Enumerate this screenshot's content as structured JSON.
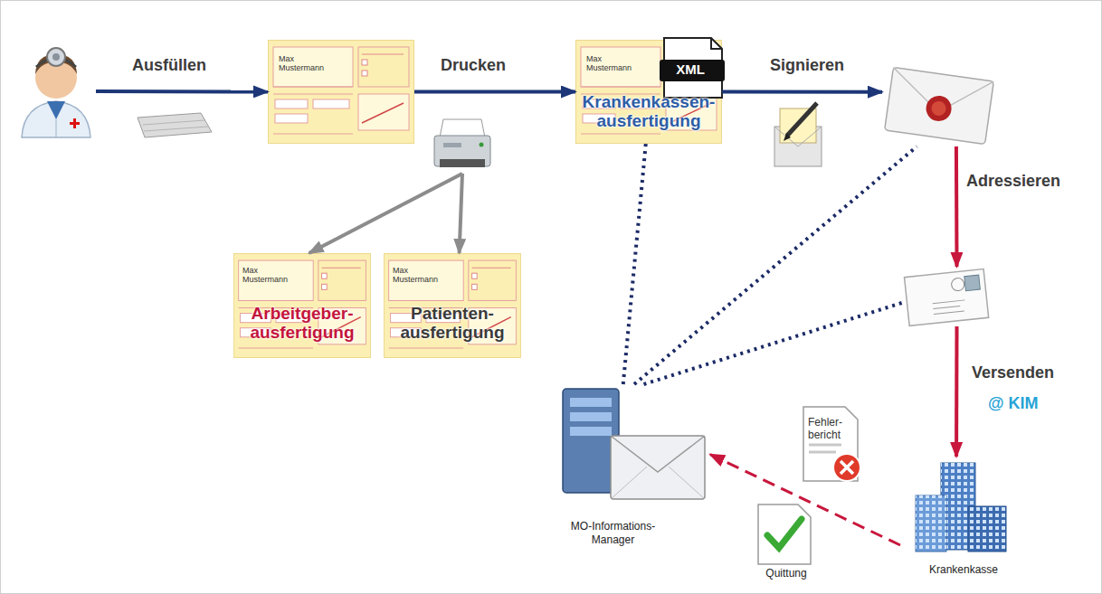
{
  "diagram": {
    "nodes": [
      {
        "text": []
      },
      {
        "text": [
          "Max Mustermann"
        ]
      },
      {
        "text": []
      },
      {
        "text": [
          "Max Mustermann",
          "XML",
          "Krankenkassen- ausfertigung"
        ]
      },
      {
        "text": []
      },
      {
        "text": [
          "Max Mustermann",
          "Arbeitgeber- ausfertigung"
        ]
      },
      {
        "text": [
          "Max Mustermann",
          "Patienten- ausfertigung"
        ]
      },
      {
        "text": []
      },
      {
        "text": [
          "MO-Informations- Manager"
        ]
      },
      {
        "text": [
          "Fehler- bericht"
        ]
      },
      {
        "text": [
          "Quittung"
        ]
      },
      {
        "text": [
          "Krankenkasse"
        ]
      }
    ],
    "edges": [
      {
        "from": 0,
        "to": 1,
        "label": "Ausfüllen",
        "arrow": "to"
      },
      {
        "from": 1,
        "to": 3,
        "label": "Drucken",
        "arrow": "to"
      },
      {
        "from": 3,
        "to": 4,
        "label": "Signieren",
        "arrow": "to"
      },
      {
        "from": 4,
        "to": 7,
        "label": "Adressieren",
        "arrow": "to"
      },
      {
        "from": 7,
        "to": 11,
        "label": "Versenden",
        "arrow": "to"
      },
      {
        "from": 2,
        "to": 5,
        "arrow": "to"
      },
      {
        "from": 2,
        "to": 6,
        "arrow": "to"
      },
      {
        "from": 11,
        "to": 8,
        "arrow": "to"
      },
      {
        "from": 8,
        "to": 3,
        "arrow": "none"
      },
      {
        "from": 8,
        "to": 4,
        "arrow": "none"
      },
      {
        "from": 8,
        "to": 7,
        "arrow": "none"
      }
    ],
    "labels": [
      "@ KIM"
    ]
  }
}
